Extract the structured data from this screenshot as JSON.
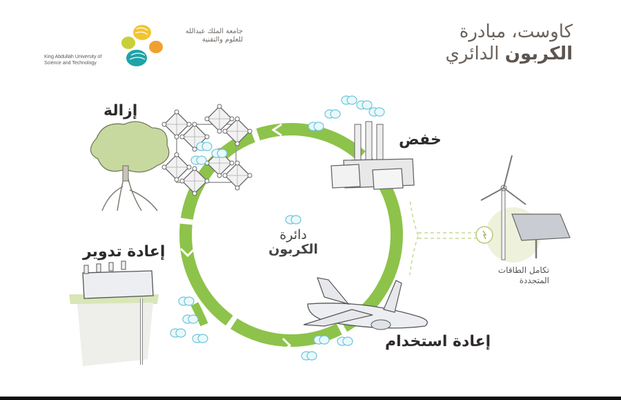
{
  "header": {
    "logo": {
      "arabic_lines": [
        "جامعة الملك عبدالله",
        "للعلوم والتقنية"
      ],
      "english_lines": [
        "King Abdullah University of",
        "Science and Technology"
      ],
      "colors": [
        "#f2c530",
        "#c9cf3a",
        "#f0a030",
        "#1fa3a8"
      ]
    },
    "title": {
      "line1": "كاوست، مبادرة",
      "line2_bold": "الكربون",
      "line2_regular": "الدائري"
    }
  },
  "diagram": {
    "center": {
      "line1": "دائرة",
      "line2": "الكربون"
    },
    "stages": [
      {
        "id": "reduce",
        "label": "خفض",
        "icon": "factory-icon"
      },
      {
        "id": "reuse",
        "label": "إعادة استخدام",
        "icon": "airplane-icon"
      },
      {
        "id": "recycle",
        "label": "إعادة تدوير",
        "icon": "storage-facility-icon"
      },
      {
        "id": "remove",
        "label": "إزالة",
        "icon": "tree-and-mof-icon"
      }
    ],
    "renewables": {
      "line1": "تكامل الطاقات",
      "line2": "المتجددة",
      "icon": "wind-solar-icon"
    },
    "colors": {
      "cycle_green": "#8dc34a",
      "co2_blue": "#6cc6d8",
      "text_dark": "#2e2b2a"
    }
  }
}
